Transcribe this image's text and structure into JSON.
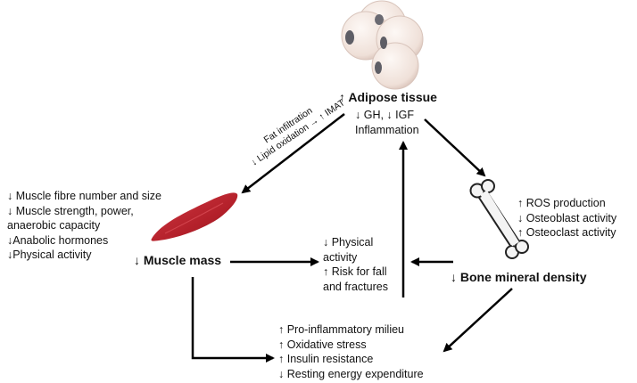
{
  "adipose": {
    "title": "↑ Adipose tissue",
    "lines": [
      "↓ GH, ↓ IGF",
      "Inflammation"
    ]
  },
  "fat_infiltration": {
    "line1": "Fat infiltration",
    "line2": "↓ Lipid oxidation → ↑ IMAT"
  },
  "muscle": {
    "title": "↓ Muscle mass",
    "lines": [
      "↓ Muscle fibre number and size",
      "↓ Muscle strength, power,",
      "anaerobic capacity",
      "↓Anabolic hormones",
      "↓Physical activity"
    ]
  },
  "bone": {
    "title": "↓ Bone mineral density",
    "lines": [
      "↑ ROS production",
      "↓ Osteoblast activity",
      "↑ Osteoclast activity"
    ]
  },
  "center": {
    "lines": [
      "↓ Physical",
      "activity",
      "↑ Risk for fall",
      "and fractures"
    ]
  },
  "bottom": {
    "lines": [
      "↑ Pro-inflammatory milieu",
      "↑ Oxidative stress",
      "↑ Insulin resistance",
      "↓ Resting energy expenditure"
    ]
  },
  "icons": {
    "adipose": "adipocyte-cluster-icon",
    "muscle": "muscle-fibre-icon",
    "bone": "bone-icon"
  },
  "colors": {
    "muscle": "#b3202a",
    "adipocyte": "#f6ece6",
    "nucleus": "#5e5e66",
    "arrow": "#000000"
  }
}
